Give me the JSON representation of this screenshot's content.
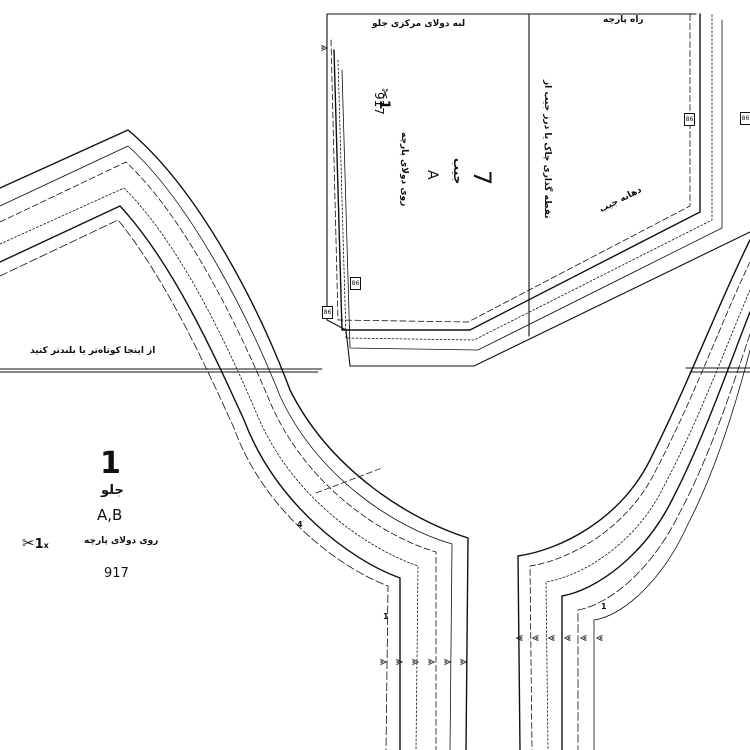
{
  "colors": {
    "ink": "#111111",
    "paper": "#ffffff"
  },
  "front_piece": {
    "number": "1",
    "name": "جلو",
    "sizes": "A,B",
    "cut_count": "1",
    "cut_multiplier": "x",
    "cut_icon": "scissors-icon",
    "fabric_side": "روی دولای پارچه",
    "model_code": "917",
    "shorten_note": "از اینجا کوتاه‌تر یا بلندتر کنید",
    "notch_label_a": "4",
    "notch_label_b": "1"
  },
  "pocket_piece": {
    "number": "7",
    "name": "جیب",
    "sizes": "A",
    "cut_count": "1",
    "cut_icon": "scissors-icon",
    "fabric_side": "روی دولای پارچه",
    "model_code": "917",
    "center_fold_label": "لبه دولای مرکزی جلو",
    "grain_label": "راه پارچه",
    "pocket_mouth_label": "دهانه جیب",
    "side_note": "نقطه گذاری چاک یا درز جیب از",
    "size_tag_1": "86",
    "size_tag_2": "86",
    "size_tag_3": "86"
  },
  "right_piece": {
    "size_tag": "86",
    "notch_label": "1"
  }
}
